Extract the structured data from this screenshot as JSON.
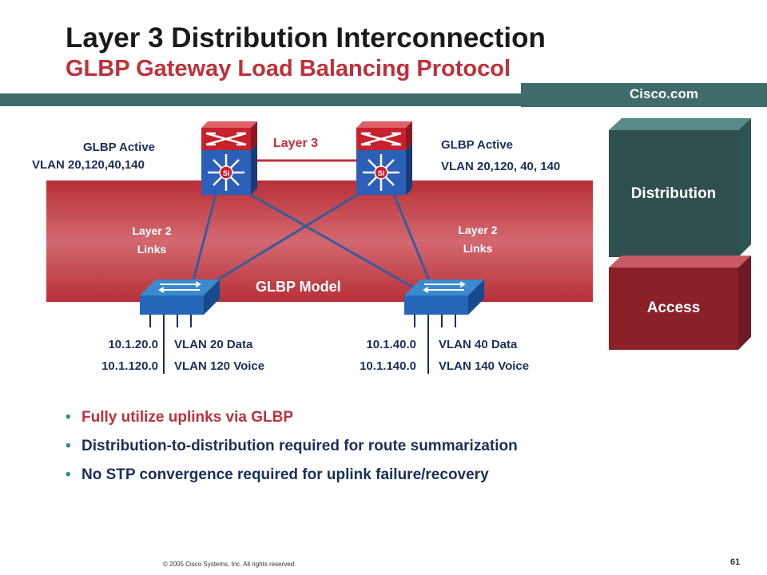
{
  "title": "Layer 3 Distribution Interconnection",
  "subtitle": "GLBP Gateway Load Balancing Protocol",
  "brand": "Cisco.com",
  "diagram": {
    "left_glbp": "GLBP Active",
    "left_vlan": "VLAN 20,120,40,140",
    "right_glbp": "GLBP Active",
    "right_vlan": "VLAN 20,120, 40, 140",
    "layer3": "Layer 3",
    "left_l2_line1": "Layer 2",
    "left_l2_line2": "Links",
    "right_l2_line1": "Layer 2",
    "right_l2_line2": "Links",
    "model": "GLBP Model",
    "left_subnet1": "10.1.20.0",
    "left_subnet2": "10.1.120.0",
    "left_vlan_data": "VLAN 20 Data",
    "left_vlan_voice": "VLAN 120 Voice",
    "right_subnet1": "10.1.40.0",
    "right_subnet2": "10.1.140.0",
    "right_vlan_data": "VLAN 40 Data",
    "right_vlan_voice": "VLAN 140 Voice"
  },
  "legend": {
    "distribution": "Distribution",
    "access": "Access"
  },
  "bullets": [
    "Fully utilize uplinks via GLBP",
    "Distribution-to-distribution required for route summarization",
    "No STP convergence required for uplink failure/recovery"
  ],
  "footer": "© 2005 Cisco Systems, Inc. All rights reserved.",
  "page_number": "61",
  "colors": {
    "teal": "#3f6b6a",
    "red": "#c0303a",
    "navy": "#1b2f5a",
    "link": "#3a5a9a"
  }
}
